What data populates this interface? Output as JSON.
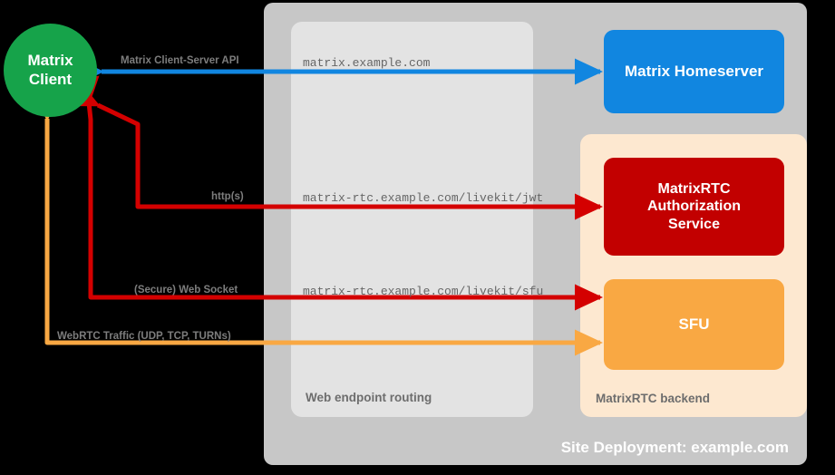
{
  "diagram": {
    "site": {
      "label": "Site Deployment: example.com",
      "color": "#c7c7c7"
    },
    "routing": {
      "label": "Web endpoint routing",
      "color": "#e3e3e3"
    },
    "backend": {
      "label": "MatrixRTC backend",
      "color": "#fde8d0"
    }
  },
  "nodes": {
    "client": {
      "line1": "Matrix",
      "line2": "Client",
      "color": "#16a34a"
    },
    "homeserver": {
      "label": "Matrix Homeserver",
      "color": "#1186e0"
    },
    "auth_service": {
      "line1": "MatrixRTC",
      "line2": "Authorization",
      "line3": "Service",
      "color": "#c20000"
    },
    "sfu": {
      "label": "SFU",
      "color": "#f9a843"
    }
  },
  "endpoints": [
    {
      "name": "matrix-endpoint",
      "text": "matrix.example.com"
    },
    {
      "name": "jwt-endpoint",
      "text": "matrix-rtc.example.com/livekit/jwt"
    },
    {
      "name": "sfu-endpoint",
      "text": "matrix-rtc.example.com/livekit/sfu"
    }
  ],
  "connections": [
    {
      "name": "client-server-api",
      "label": "Matrix Client-Server API",
      "color": "#1186e0",
      "direction": "bidirectional"
    },
    {
      "name": "https-jwt",
      "label": "http(s)",
      "color": "#e00000",
      "direction": "bidirectional"
    },
    {
      "name": "web-socket",
      "label": "(Secure) Web Socket",
      "color": "#e00000",
      "direction": "bidirectional"
    },
    {
      "name": "webrtc-traffic",
      "label": "WebRTC Traffic (UDP, TCP, TURNs)",
      "color": "#f9a843",
      "direction": "bidirectional"
    }
  ]
}
